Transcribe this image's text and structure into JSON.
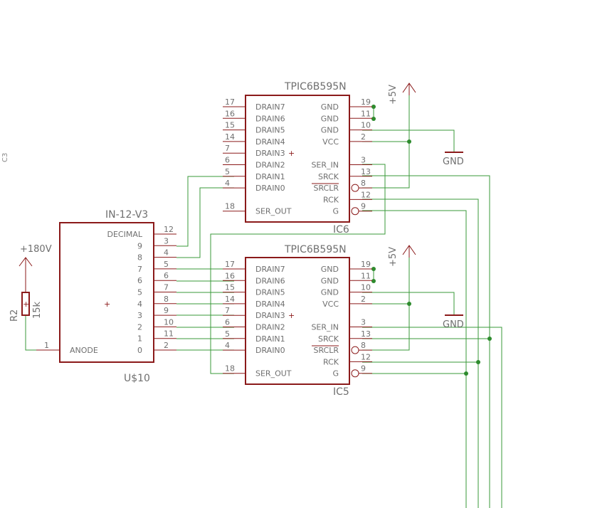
{
  "ic6": {
    "title": "TPIC6B595N",
    "name": "IC6",
    "left_pins": [
      {
        "num": "17",
        "name": "DRAIN7"
      },
      {
        "num": "16",
        "name": "DRAIN6"
      },
      {
        "num": "15",
        "name": "DRAIN5"
      },
      {
        "num": "14",
        "name": "DRAIN4"
      },
      {
        "num": "7",
        "name": "DRAIN3"
      },
      {
        "num": "6",
        "name": "DRAIN2"
      },
      {
        "num": "5",
        "name": "DRAIN1"
      },
      {
        "num": "4",
        "name": "DRAIN0"
      },
      {
        "num": "18",
        "name": "SER_OUT"
      }
    ],
    "right_pins": [
      {
        "num": "19",
        "name": "GND"
      },
      {
        "num": "11",
        "name": "GND"
      },
      {
        "num": "10",
        "name": "GND"
      },
      {
        "num": "2",
        "name": "VCC"
      },
      {
        "num": "3",
        "name": "SER_IN"
      },
      {
        "num": "13",
        "name": "SRCK"
      },
      {
        "num": "8",
        "name": "SRCLR"
      },
      {
        "num": "12",
        "name": "RCK"
      },
      {
        "num": "9",
        "name": "G"
      }
    ],
    "supply": "+5V",
    "ground": "GND"
  },
  "ic5": {
    "title": "TPIC6B595N",
    "name": "IC5",
    "left_pins": [
      {
        "num": "17",
        "name": "DRAIN7"
      },
      {
        "num": "16",
        "name": "DRAIN6"
      },
      {
        "num": "15",
        "name": "DRAIN5"
      },
      {
        "num": "14",
        "name": "DRAIN4"
      },
      {
        "num": "7",
        "name": "DRAIN3"
      },
      {
        "num": "6",
        "name": "DRAIN2"
      },
      {
        "num": "5",
        "name": "DRAIN1"
      },
      {
        "num": "4",
        "name": "DRAIN0"
      },
      {
        "num": "18",
        "name": "SER_OUT"
      }
    ],
    "right_pins": [
      {
        "num": "19",
        "name": "GND"
      },
      {
        "num": "11",
        "name": "GND"
      },
      {
        "num": "10",
        "name": "GND"
      },
      {
        "num": "2",
        "name": "VCC"
      },
      {
        "num": "3",
        "name": "SER_IN"
      },
      {
        "num": "13",
        "name": "SRCK"
      },
      {
        "num": "8",
        "name": "SRCLR"
      },
      {
        "num": "12",
        "name": "RCK"
      },
      {
        "num": "9",
        "name": "G"
      }
    ],
    "supply": "+5V",
    "ground": "GND"
  },
  "tube": {
    "title": "IN-12-V3",
    "name": "U$10",
    "pins": [
      {
        "label": "DECIMAL",
        "num": "12"
      },
      {
        "label": "9",
        "num": "3"
      },
      {
        "label": "8",
        "num": "4"
      },
      {
        "label": "7",
        "num": "5"
      },
      {
        "label": "6",
        "num": "6"
      },
      {
        "label": "5",
        "num": "7"
      },
      {
        "label": "4",
        "num": "8"
      },
      {
        "label": "3",
        "num": "9"
      },
      {
        "label": "2",
        "num": "10"
      },
      {
        "label": "1",
        "num": "11"
      },
      {
        "label": "0",
        "num": "2"
      }
    ],
    "anode_label": "ANODE",
    "anode_num": "1"
  },
  "resistor": {
    "name": "R2",
    "value": "15k"
  },
  "high_voltage": "+180V",
  "edge_label": "C3",
  "colors": {
    "symbol": "#8b1a1a",
    "wire": "#3a9a3a",
    "junction": "#2e8b2e",
    "text": "#6f6f6f"
  }
}
